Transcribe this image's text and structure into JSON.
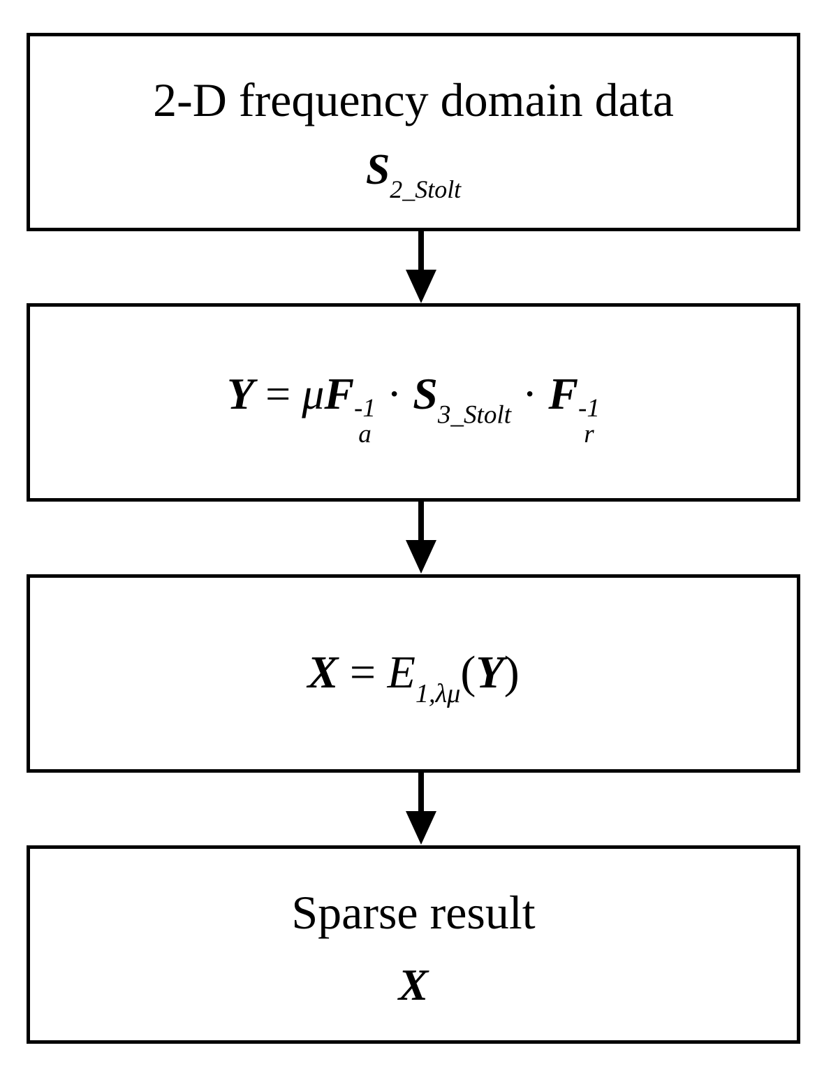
{
  "steps": [
    {
      "title": "2-D frequency domain data",
      "symbol": "S",
      "symbol_sub": "2_Stolt"
    },
    {
      "lhs": "Y",
      "eq": "=",
      "mu": "μ",
      "F": "F",
      "Fa_sup": "-1",
      "Fa_sub": "a",
      "dot": "·",
      "S": "S",
      "S_sub": "3_Stolt",
      "Fr_sup": "-1",
      "Fr_sub": "r"
    },
    {
      "lhs": "X",
      "eq": "=",
      "E": "E",
      "E_sub": "1,λμ",
      "lparen": "(",
      "arg": "Y",
      "rparen": ")"
    },
    {
      "title": "Sparse result",
      "symbol": "X"
    }
  ]
}
